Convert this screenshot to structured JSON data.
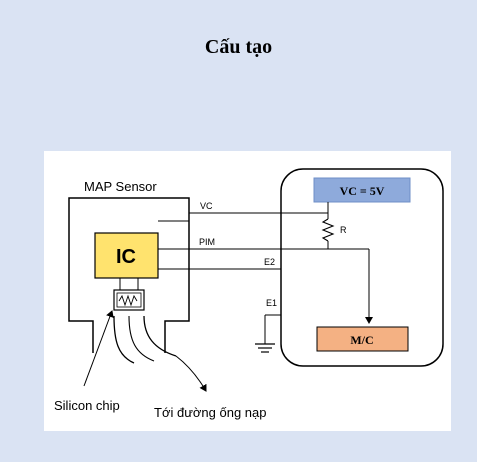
{
  "slide": {
    "title": "Cấu tạo"
  },
  "diagram": {
    "sensor_label": "MAP Sensor",
    "ic_label": "IC",
    "vc_line_label": "VC",
    "pim_line_label": "PIM",
    "e2_label": "E2",
    "e1_label": "E1",
    "resistor_label": "R",
    "vc_box_label": "VC = 5V",
    "mc_box_label": "M/C",
    "silicon_chip_label": "Silicon chip",
    "intake_label": "Tới đường ống nạp",
    "colors": {
      "ic_fill": "#ffe36e",
      "vc_box_fill": "#8eaadb",
      "mc_box_fill": "#f4b183"
    }
  }
}
